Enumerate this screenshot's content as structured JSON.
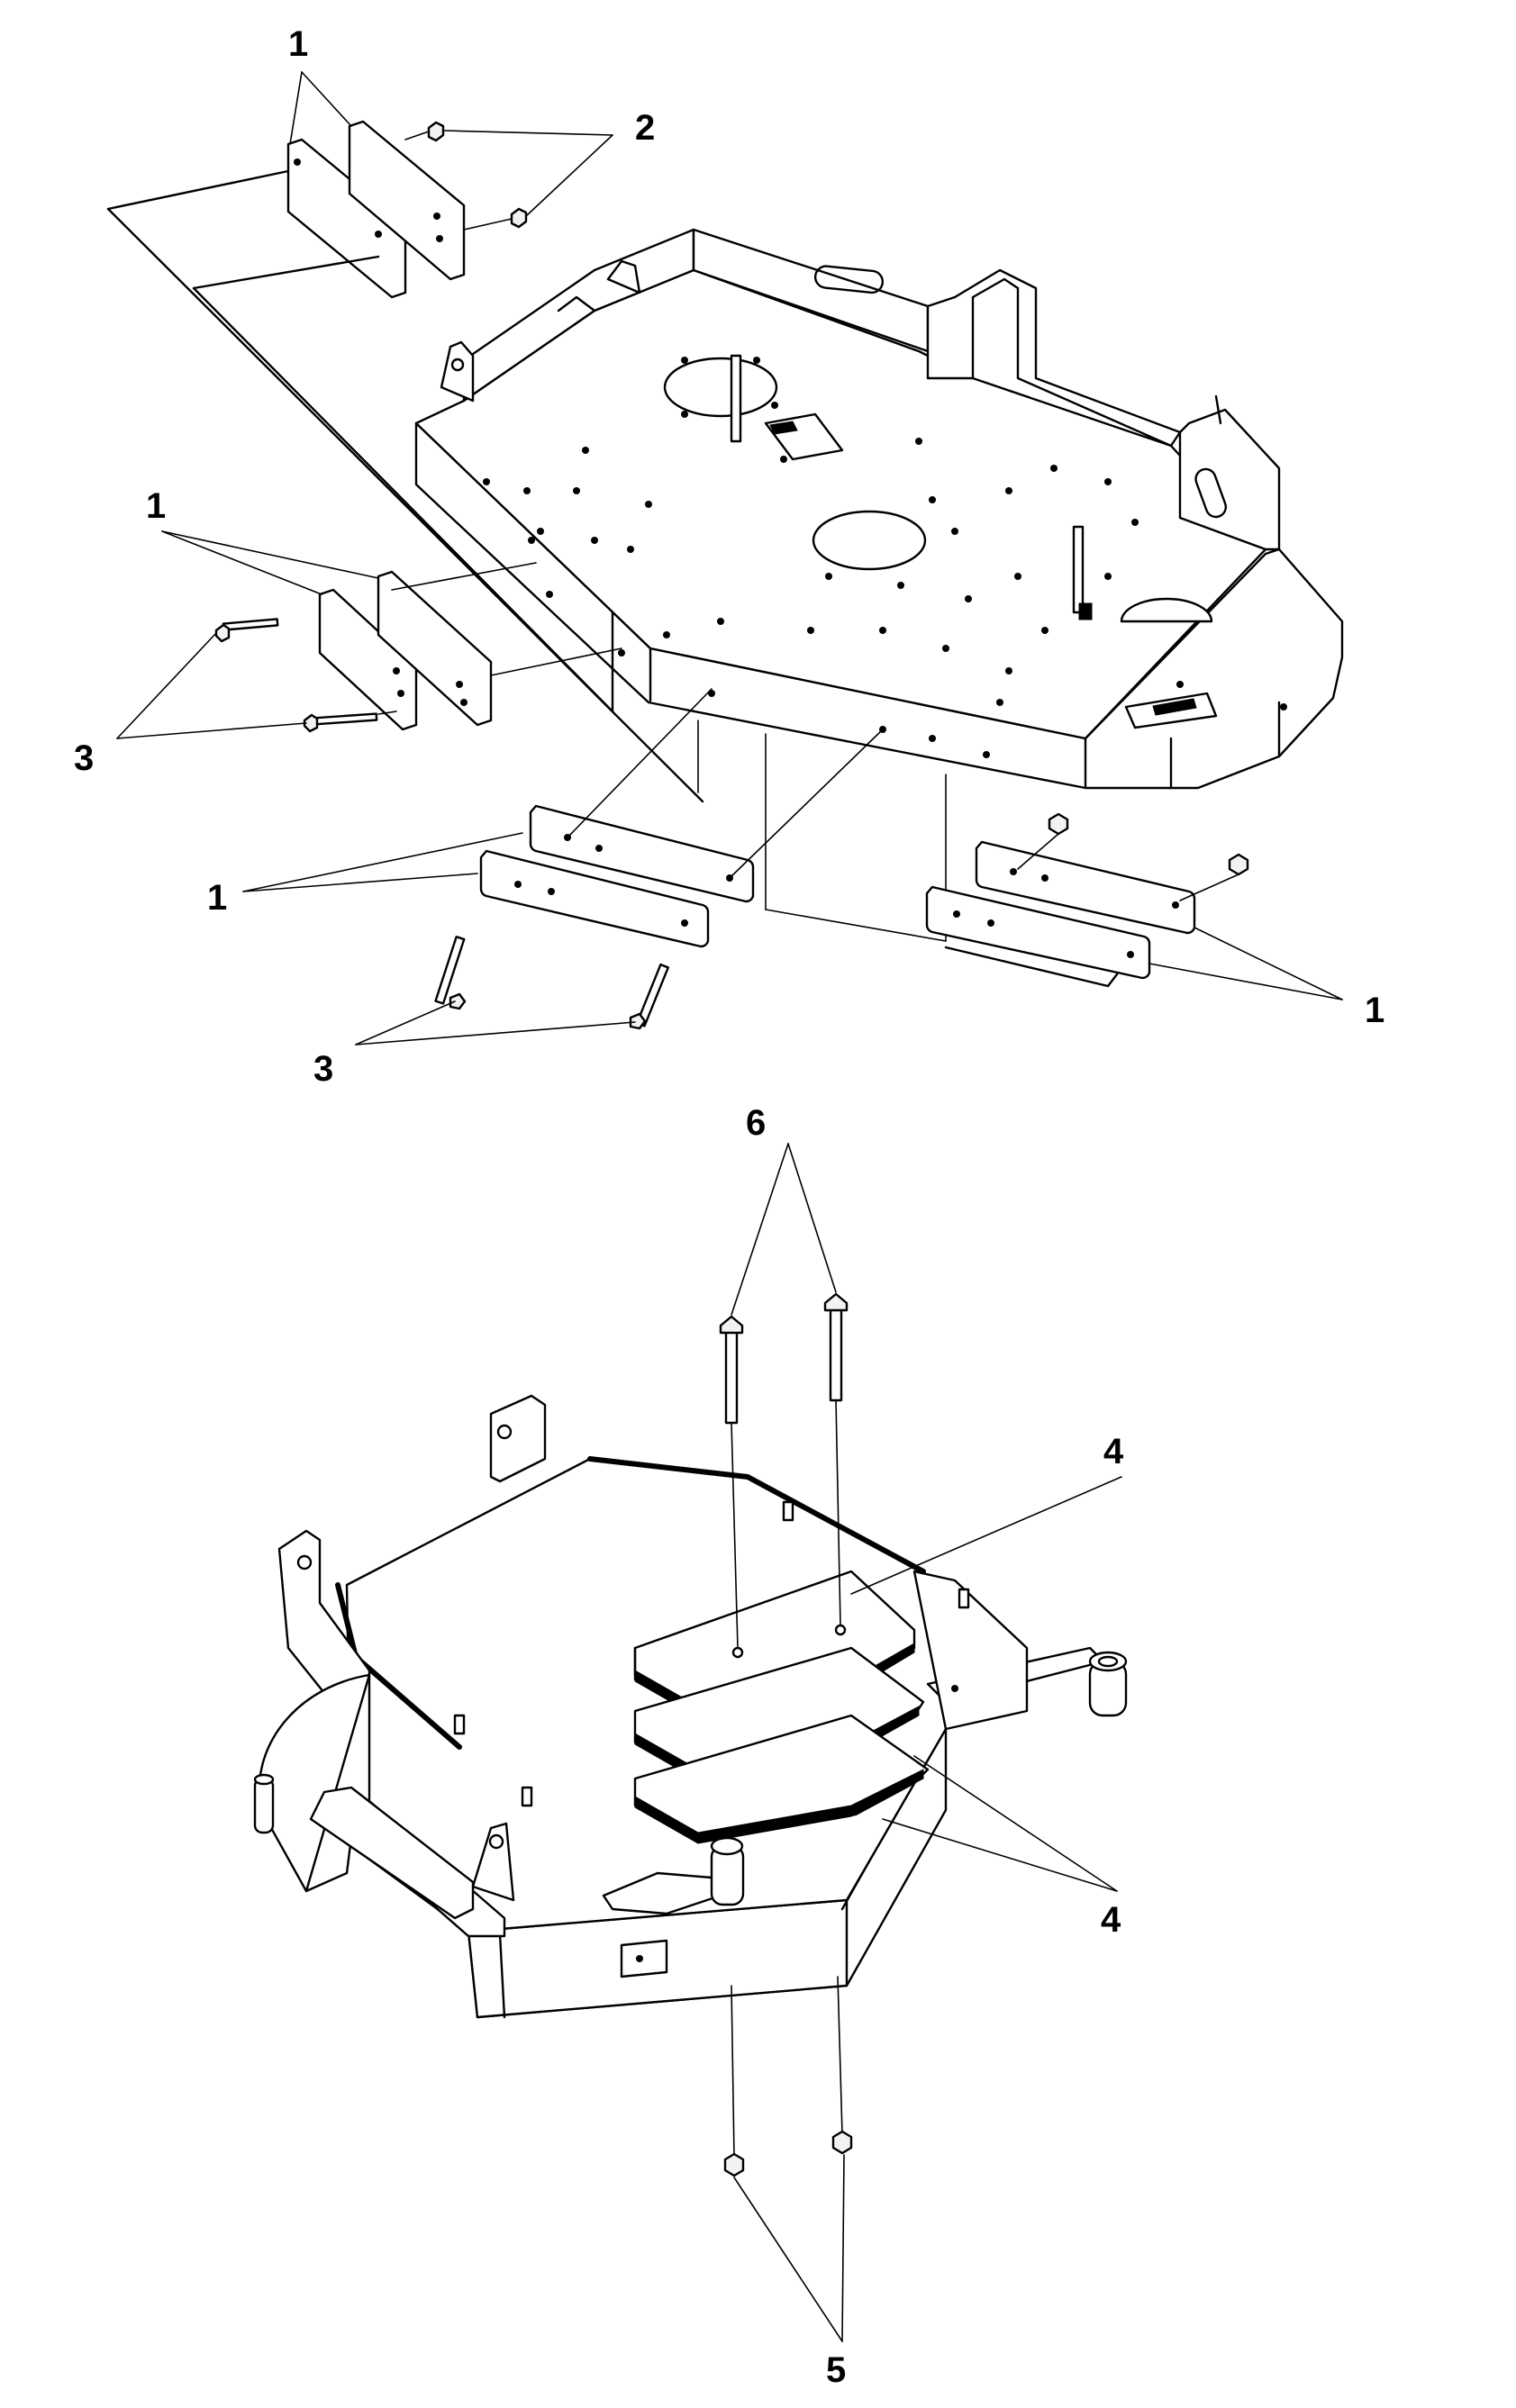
{
  "callouts": {
    "top_1a": "1",
    "top_2": "2",
    "mid_1": "1",
    "mid_3": "3",
    "low_1_left": "1",
    "low_1_right": "1",
    "low_3": "3",
    "bottom_6": "6",
    "bottom_4_top": "4",
    "bottom_4_side": "4",
    "bottom_5": "5"
  }
}
